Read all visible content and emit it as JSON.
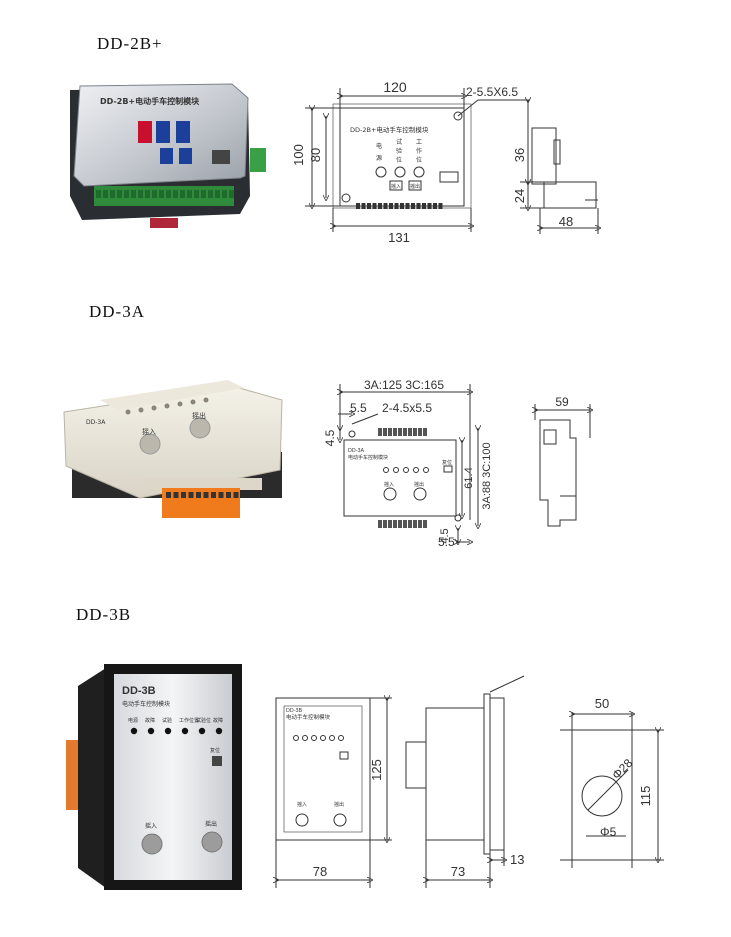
{
  "sections": [
    {
      "title": "DD-2B+",
      "photo": {
        "panel_title": "DD-2B+电动手车控制模块"
      },
      "front": {
        "width": "120",
        "height_outer": "100",
        "height_inner": "80",
        "base": "131",
        "holes": "2-5.5X6.5",
        "panel_title": "DD-2B+电动手车控制模块",
        "leds": [
          {
            "chars": "电\n源"
          },
          {
            "chars": "试\n验\n位"
          },
          {
            "chars": "工\n作\n位"
          }
        ],
        "buttons": [
          "摇入",
          "摇出"
        ]
      },
      "side": {
        "top": "36",
        "bottom": "24",
        "depth": "48"
      }
    },
    {
      "title": "DD-3A",
      "photo": {
        "panel_title": "DD-3A",
        "buttons": [
          "摇入",
          "摇出"
        ]
      },
      "front": {
        "width": "3A:125 3C:165",
        "hole_offset": "5.5",
        "holes": "2-4.5x5.5",
        "left_offset": "4.5",
        "panel_title": "电动手车控制模块",
        "panel_model": "DD-3A",
        "height_inner": "61.4",
        "height_outer": "3A:88 3C:100",
        "bottom_offset_a": "4.5",
        "bottom_offset_b": "5.5",
        "buttons": [
          "摇入",
          "摇出"
        ],
        "reset": "复位"
      },
      "side": {
        "depth": "59"
      }
    },
    {
      "title": "DD-3B",
      "photo": {
        "model": "DD-3B",
        "subtitle": "电动手车控制模块",
        "indicators": [
          "电源",
          "故障",
          "试验",
          "工作位置",
          "试验位",
          "故障"
        ],
        "reset": "复位",
        "buttons": [
          "摇入",
          "摇出"
        ]
      },
      "front": {
        "panel_model": "DD-3B",
        "panel_title": "电动手车控制模块",
        "height": "125",
        "width": "78",
        "buttons": [
          "摇入",
          "摇出"
        ]
      },
      "side": {
        "depth": "73",
        "flange": "13"
      },
      "cutout": {
        "width": "50",
        "height": "115",
        "hole_large": "Φ28",
        "hole_small": "Φ5"
      }
    }
  ]
}
